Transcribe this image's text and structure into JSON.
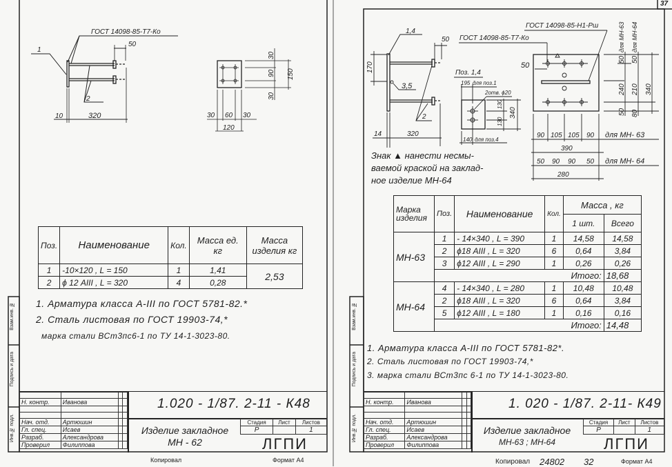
{
  "page_number": "37",
  "left_sheet": {
    "drawing": {
      "gost_callout": "ГОСТ 14098-85-Т7-Ко",
      "pos_labels": [
        "1",
        "2"
      ],
      "dims_side": [
        "50",
        "10",
        "320"
      ],
      "dims_plate_vertical": [
        "30",
        "90",
        "30",
        "150"
      ],
      "dims_plate_horizontal": [
        "30",
        "60",
        "30",
        "120"
      ]
    },
    "spec_table": {
      "headers": {
        "pos": "Поз.",
        "name": "Наименование",
        "qty": "Кол.",
        "unit_mass": "Масса ед. кг",
        "item_mass": "Масса изделия кг"
      },
      "rows": [
        {
          "pos": "1",
          "name": "-10×120 ,   L = 150",
          "qty": "1",
          "unit_mass": "1,41"
        },
        {
          "pos": "2",
          "name": "ϕ 12 AIII  ,  L = 320",
          "qty": "4",
          "unit_mass": "0,28"
        }
      ],
      "item_mass": "2,53"
    },
    "notes": [
      "1. Арматура  класса  А-III  по  ГОСТ  5781-82.*",
      "2. Сталь  листовая  по  ГОСТ  19903-74,*",
      "марка стали ВСт3пс6-1 по ТУ 14-1-3023-80."
    ],
    "title_block": {
      "code": "1.020 - 1/87. 2-11 - К48",
      "roles": [
        {
          "role": "Н. контр.",
          "name": "Иванова"
        },
        {
          "role": "Нач. отд.",
          "name": "Артюшин"
        },
        {
          "role": "Гл. спец.",
          "name": "Исаев"
        },
        {
          "role": "Разраб.",
          "name": "Александрова"
        },
        {
          "role": "Проверил",
          "name": "Филиппова"
        }
      ],
      "name_line1": "Изделие закладное",
      "name_line2": "МН - 62",
      "stage_label": "Стадия",
      "sheet_label": "Лист",
      "sheets_label": "Листов",
      "stage": "Р",
      "sheet": "",
      "sheets": "1",
      "org": "ЛГПИ"
    },
    "footer": {
      "copied": "Копировал",
      "format": "Формат А4"
    },
    "stamp_labels": [
      "Инв.№ подл.",
      "Подпись и дата",
      "Взам.инв. №"
    ]
  },
  "right_sheet": {
    "drawing": {
      "gost_callout_t7": "ГОСТ 14098-85-Т7-Ко",
      "gost_callout_h1": "ГОСТ 14098-85-Н1-Рш",
      "side_labels": [
        "1,4",
        "3,5",
        "2"
      ],
      "side_dims": [
        "50",
        "170",
        "14",
        "320"
      ],
      "detail_title": "Поз. 1,4",
      "detail_dims": [
        "195",
        "для поз.1",
        "2отв. ϕ20",
        "130",
        "130",
        "340",
        "140",
        "для поз.4"
      ],
      "plate_dim_left": "50",
      "plate_vertical_headers": [
        "для МН-63",
        "для МН-64"
      ],
      "plate_vertical_mh63": [
        "50",
        "240",
        "50"
      ],
      "plate_vertical_mh64": [
        "50",
        "210",
        "80"
      ],
      "plate_vertical_total": "340",
      "plate_horizontal_mh63": [
        "90",
        "105",
        "105",
        "90"
      ],
      "plate_horizontal_mh63_label": "для МН- 63",
      "plate_total_mh63": "390",
      "plate_horizontal_mh64": [
        "50",
        "90",
        "90",
        "50"
      ],
      "plate_horizontal_mh64_label": "для МН- 64",
      "plate_total_mh64": "280",
      "mark_note": [
        "Знак ▲ нанести  несмы-",
        "ваемой краской на заклад-",
        "ное изделие МН-64"
      ]
    },
    "spec_table": {
      "headers": {
        "mark": "Марка изделия",
        "pos": "Поз.",
        "name": "Наименование",
        "qty": "Кол.",
        "mass": "Масса , кг",
        "mass_unit": "1 шт.",
        "mass_total": "Всего"
      },
      "groups": [
        {
          "mark": "МН-63",
          "rows": [
            {
              "pos": "1",
              "name": "- 14×340 ,  L = 390",
              "qty": "1",
              "unit": "14,58",
              "total": "14,58"
            },
            {
              "pos": "2",
              "name": "ϕ18 AIII  ,  L = 320",
              "qty": "6",
              "unit": "0,64",
              "total": "3,84"
            },
            {
              "pos": "3",
              "name": "ϕ12 AIII  ,  L = 290",
              "qty": "1",
              "unit": "0,26",
              "total": "0,26"
            }
          ],
          "total_label": "Итого:",
          "total": "18,68"
        },
        {
          "mark": "МН-64",
          "rows": [
            {
              "pos": "4",
              "name": "- 14×340 ,  L = 280",
              "qty": "1",
              "unit": "10,48",
              "total": "10,48"
            },
            {
              "pos": "2",
              "name": "ϕ18 AIII  ,  L = 320",
              "qty": "6",
              "unit": "0,64",
              "total": "3,84"
            },
            {
              "pos": "5",
              "name": "ϕ12 AIII  ,  L = 180",
              "qty": "1",
              "unit": "0,16",
              "total": "0,16"
            }
          ],
          "total_label": "Итого:",
          "total": "14,48"
        }
      ]
    },
    "notes": [
      "1. Арматура  класса  А-III  по  ГОСТ 5781-82*.",
      "2. Сталь листовая    по  ГОСТ  19903-74,*",
      "3. марка  стали  ВСт3пс 6-1  по ТУ  14-1-3023-80."
    ],
    "title_block": {
      "code": "1. 020 - 1/87. 2-11- К49",
      "roles": [
        {
          "role": "Н. контр.",
          "name": "Иванова"
        },
        {
          "role": "Нач. отд.",
          "name": "Артюшин"
        },
        {
          "role": "Гл. спец.",
          "name": "Исаев"
        },
        {
          "role": "Разраб.",
          "name": "Александрова"
        },
        {
          "role": "Проверил",
          "name": "Филиппова"
        }
      ],
      "name_line1": "Изделие закладное",
      "name_line2": "МН-63 ; МН-64",
      "stage_label": "Стадия",
      "sheet_label": "Лист",
      "sheets_label": "Листов",
      "stage": "Р",
      "sheet": "",
      "sheets": "1",
      "org": "ЛГПИ"
    },
    "footer": {
      "copied": "Копировал",
      "number": "24802",
      "sheet": "32",
      "format": "Формат А4"
    },
    "stamp_labels": [
      "Инв.№ подл.",
      "Подпись и дата",
      "Взам.инв. №"
    ]
  }
}
